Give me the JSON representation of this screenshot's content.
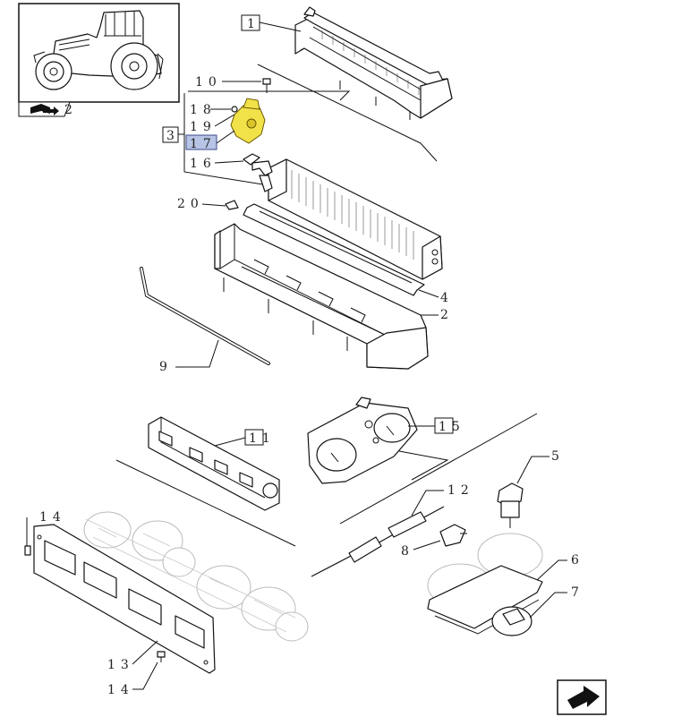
{
  "callouts": {
    "c1_top": "1",
    "c10": "10",
    "c18": "18",
    "c19": "19",
    "c3": "3",
    "c17": "17",
    "c16": "16",
    "c20": "20",
    "c4": "4",
    "c2": "2",
    "c9": "9",
    "c11": "11",
    "c15": "15",
    "c12": "12",
    "c5": "5",
    "c8": "8",
    "c6": "6",
    "c7": "7",
    "c14_top": "14",
    "c13": "13",
    "c14_bottom": "14"
  },
  "thumbnail_caption": "2",
  "colors": {
    "highlight": "#f2e24a",
    "selected_label": "#b7c4e6"
  },
  "icons": [
    "tractor-thumbnail-icon",
    "book-arrow-icon",
    "next-page-arrow-icon"
  ]
}
